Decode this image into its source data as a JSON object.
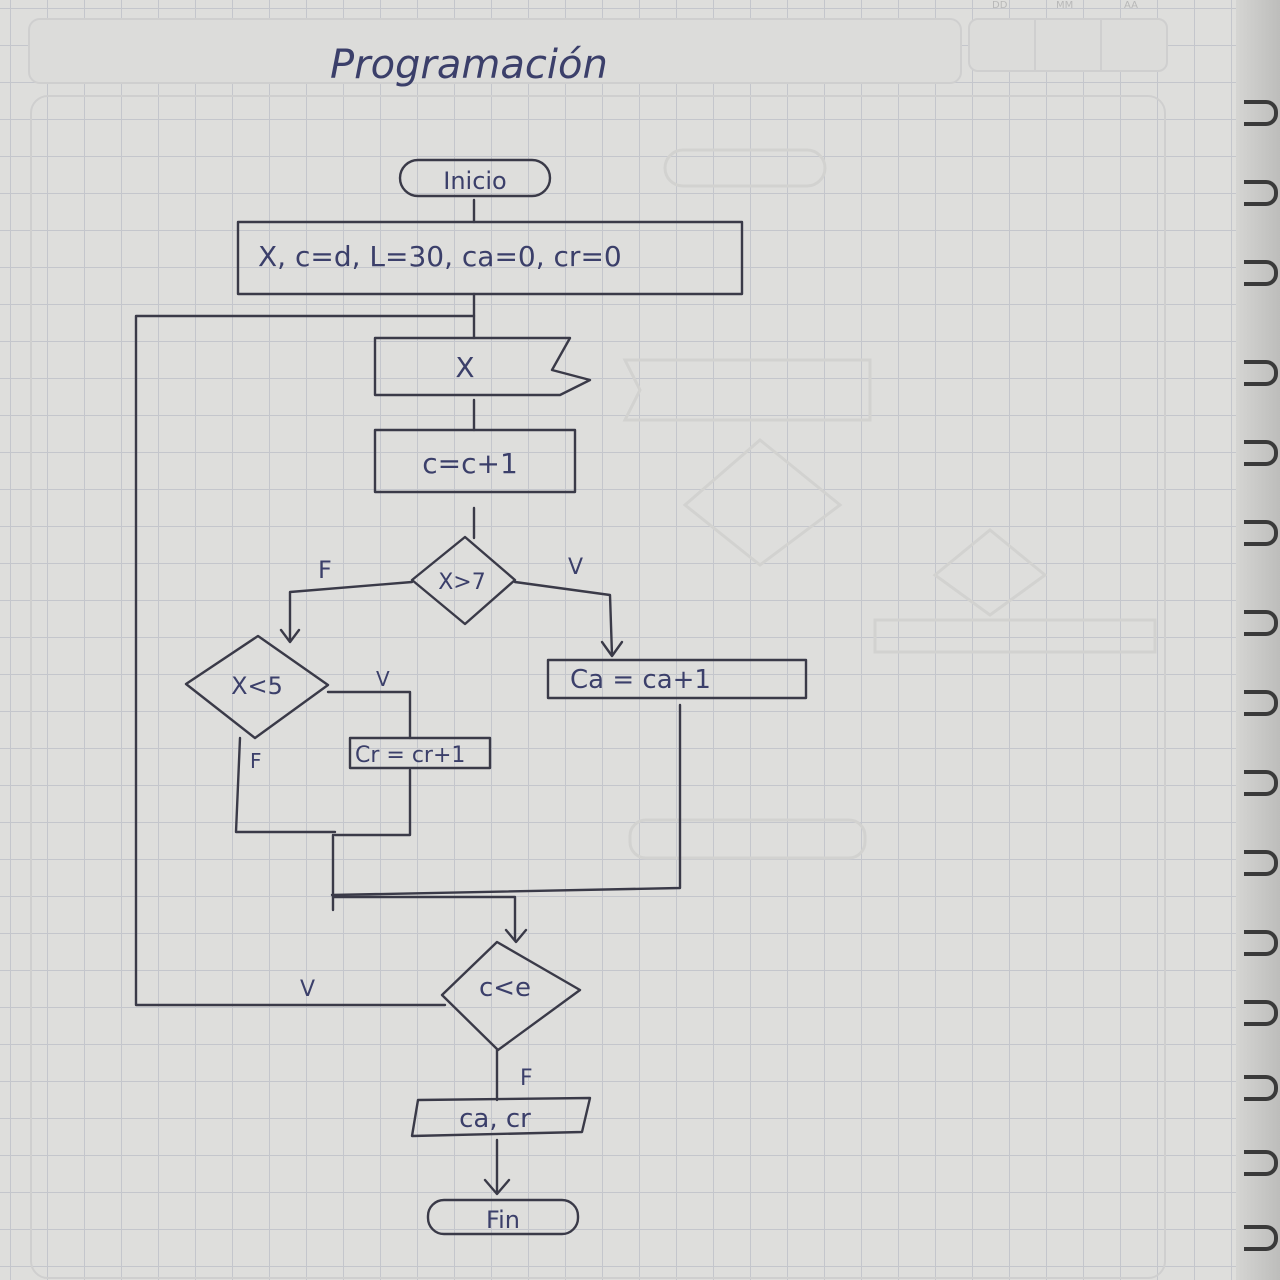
{
  "title": "Programación",
  "nodes": {
    "start": "Inicio",
    "init": "X, c=d, L=30, ca=0, cr=0",
    "input": "X",
    "increment": "c=c+1",
    "cond_gt": "X>7",
    "cond_lt": "X<5",
    "ca_assign": "Ca = ca+1",
    "cr_assign": "Cr = cr+1",
    "cond_loop": "c<e",
    "output": "ca, cr",
    "end": "Fin"
  },
  "branch_labels": {
    "gt_false": "F",
    "gt_true": "V",
    "lt_true": "V",
    "lt_false": "F",
    "loop_true": "V",
    "loop_false": "F"
  },
  "header": {
    "date_labels": [
      "DD",
      "MM",
      "AA"
    ]
  }
}
